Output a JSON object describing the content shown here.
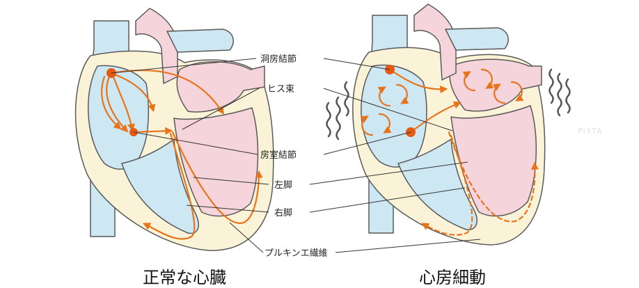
{
  "labels": {
    "sa_node": "洞房結節",
    "his_bundle": "ヒス束",
    "av_node": "房室結節",
    "left_bundle": "左脚",
    "right_bundle": "右脚",
    "purkinje": "プルキンエ繊維"
  },
  "captions": {
    "normal": "正常な心臓",
    "afib": "心房細動"
  },
  "watermark": "PIXTA",
  "colors": {
    "blue_chamber": "#cde8f2",
    "pink_chamber": "#f6d4dc",
    "wall": "#fbf3d8",
    "outline": "#595959",
    "conduction": "#e8731a",
    "node": "#e55a12",
    "tremor": "#555555"
  },
  "icons": {
    "node_marker": "filled-circle",
    "circuit": "circular-arrows-icon",
    "tremor": "wavy-line-icon"
  }
}
